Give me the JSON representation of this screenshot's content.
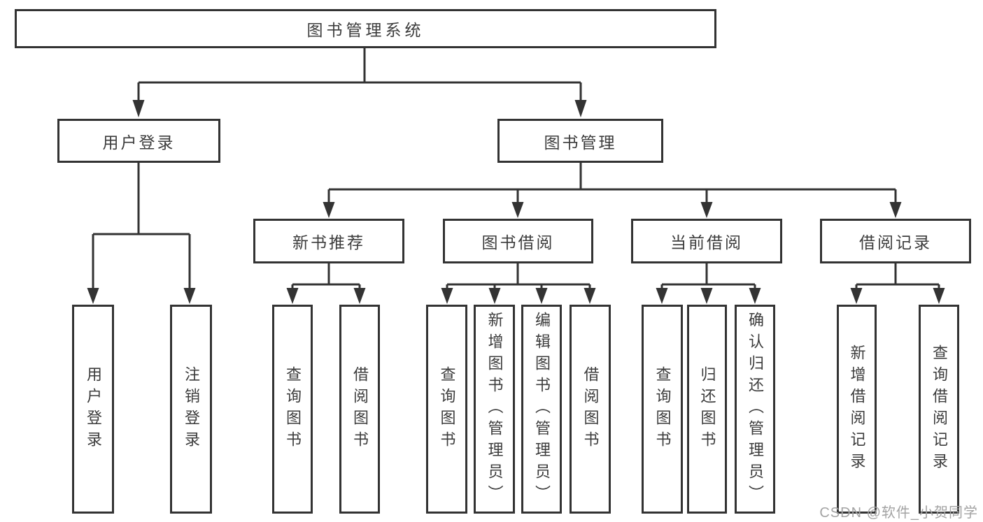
{
  "diagram_title": "图书管理系统",
  "tree": {
    "root": {
      "label": "图书管理系统"
    },
    "branches": [
      {
        "label": "用户登录",
        "children": [
          {
            "label": "用户登录"
          },
          {
            "label": "注销登录"
          }
        ]
      },
      {
        "label": "图书管理",
        "children": [
          {
            "label": "新书推荐",
            "children": [
              {
                "label": "查询图书"
              },
              {
                "label": "借阅图书"
              }
            ]
          },
          {
            "label": "图书借阅",
            "children": [
              {
                "label": "查询图书"
              },
              {
                "label": "新增图书（管理员）"
              },
              {
                "label": "编辑图书（管理员）"
              },
              {
                "label": "借阅图书"
              }
            ]
          },
          {
            "label": "当前借阅",
            "children": [
              {
                "label": "查询图书"
              },
              {
                "label": "归还图书"
              },
              {
                "label": "确认归还（管理员）"
              }
            ]
          },
          {
            "label": "借阅记录",
            "children": [
              {
                "label": "新增借阅记录"
              },
              {
                "label": "查询借阅记录"
              }
            ]
          }
        ]
      }
    ]
  },
  "watermark": {
    "text": "CSDN @软件_小贺同学"
  },
  "colors": {
    "line": "#333333",
    "box-border": "#333333",
    "text": "#3c3c3c",
    "background": "#ffffff",
    "watermark": "#a3a3a3"
  }
}
